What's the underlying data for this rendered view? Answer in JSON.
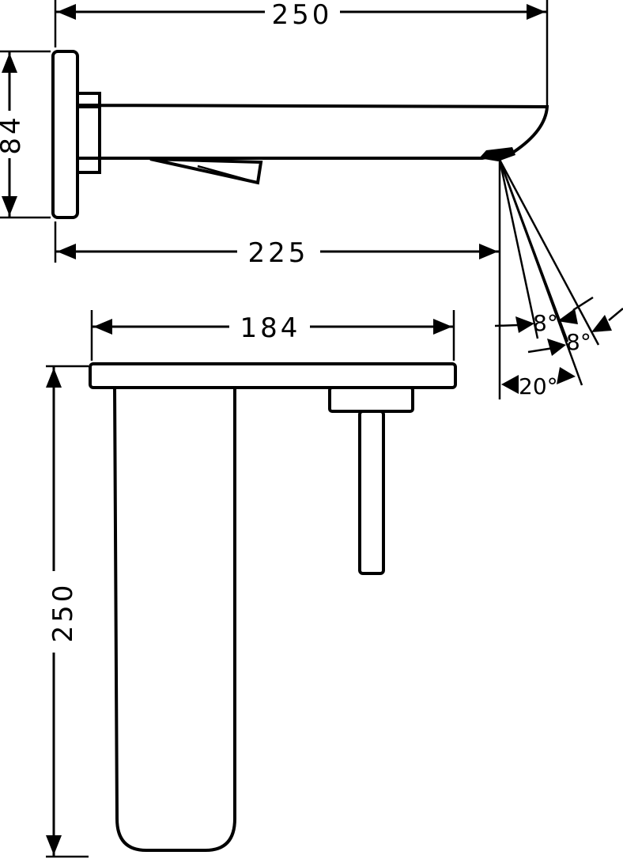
{
  "dimensions": {
    "overall_length": "250",
    "plate_height": "84",
    "spout_projection": "225",
    "front_width": "184",
    "front_height": "250",
    "spray_angle_1": "8°",
    "spray_angle_2": "8°",
    "spray_angle_total": "20°"
  }
}
